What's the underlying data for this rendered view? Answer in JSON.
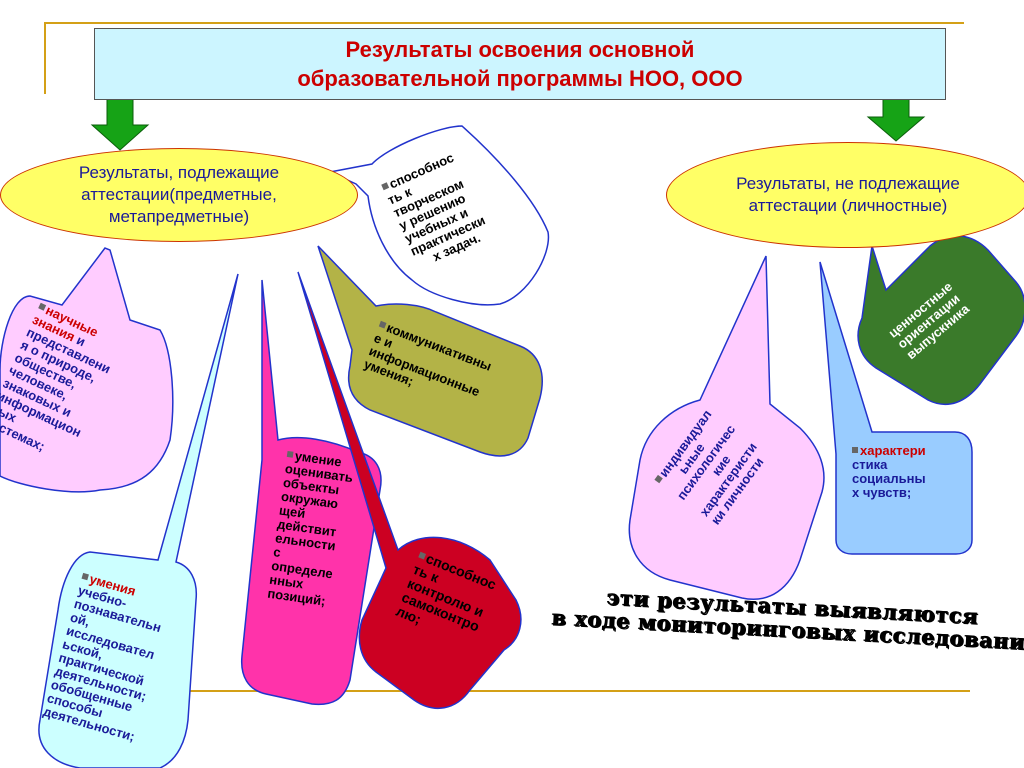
{
  "title": {
    "line1": "Результаты освоения основной",
    "line2": "образовательной программы НОО, ООО"
  },
  "left_result": {
    "line1": "Результаты, подлежащие",
    "line2": "аттестации(предметные,",
    "line3": "метапредметные)"
  },
  "right_result": {
    "line1": "Результаты, не подлежащие",
    "line2": "аттестации (личностные)"
  },
  "callouts": {
    "creative": [
      "способнос",
      "ть к",
      "творческом",
      "у решению",
      "учебных и",
      "практически",
      "х  задач."
    ],
    "knowledge": {
      "highlight": [
        "научные",
        "знания"
      ],
      "rest_first": " и",
      "lines": [
        "представлени",
        "я о природе,",
        "обществе,",
        "человеке,",
        "знаковых и",
        "информацион",
        "ных",
        "системах;"
      ]
    },
    "communicative": [
      "коммуникативны",
      "е и",
      "информационные",
      "умения;"
    ],
    "evaluate": [
      "умение",
      "оценивать",
      "объекты",
      "окружаю",
      "щей",
      "действит",
      "ельности",
      "с",
      "определе",
      "нных",
      "позиций;"
    ],
    "cognitive": {
      "highlight": "умения",
      "lines": [
        "учебно-",
        "познавательн",
        "ой,",
        "исследовател",
        "ьской,",
        "практической",
        "деятельности;",
        "обобщенные",
        "способы",
        "деятельности;"
      ]
    },
    "control": [
      "способнос",
      "ть к",
      "контролю и",
      "самоконтро",
      "лю;"
    ],
    "individual": [
      "индивидуал",
      "ьные",
      "психологичес",
      "кие",
      "характеристи",
      "ки личности"
    ],
    "values": [
      "ценностные",
      "ориентации",
      "выпускника"
    ],
    "social": [
      "характери",
      "стика",
      "социальны",
      "х чувств;"
    ]
  },
  "note": {
    "line1": "эти результаты выявляются",
    "line2": "в ходе мониторинговых  исследований"
  },
  "colors": {
    "title_text": "#cc0000",
    "title_bg": "#ccf5ff",
    "ellipse_fill": "#ffff66",
    "arrow_green": "#16a316",
    "frame_gold": "#d4a017"
  }
}
